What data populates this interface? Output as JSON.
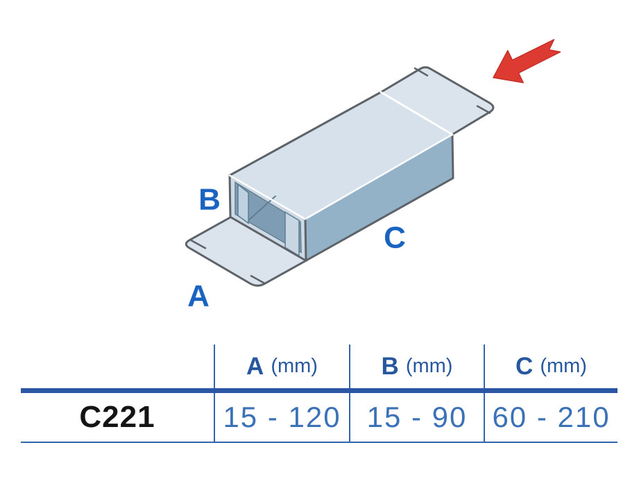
{
  "diagram": {
    "dimension_labels": {
      "a": "A",
      "b": "B",
      "c": "C"
    },
    "label_color": "#1b63c1",
    "arrow_color": "#dd3a31",
    "arrow_outline_color": "#c5302b",
    "colors": {
      "face_light": "#d6e1eb",
      "flap": "#dbe4ed",
      "face_side": "#93b1c7",
      "front_frame": "#cdd9e4",
      "interior": "#7e9db5",
      "inner_tab_left": "#bfd0de",
      "inner_tab_right": "#c7d6e2",
      "outline": "#5d6368"
    }
  },
  "table": {
    "product_code": "C221",
    "columns": [
      {
        "letter": "A",
        "unit": "(mm)"
      },
      {
        "letter": "B",
        "unit": "(mm)"
      },
      {
        "letter": "C",
        "unit": "(mm)"
      }
    ],
    "values": [
      "15 - 120",
      "15 - 90",
      "60 - 210"
    ],
    "line_color": "#2f66ad",
    "thick_line_color": "#2a56a4",
    "header_text_color": "#27579e",
    "value_text_color": "#3a71b7",
    "code_text_color": "#141414"
  }
}
